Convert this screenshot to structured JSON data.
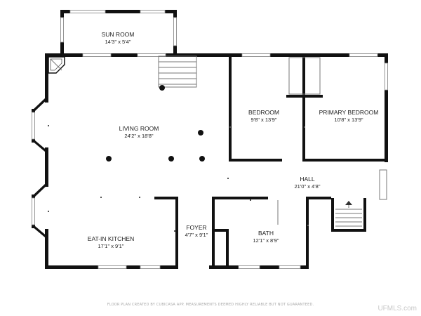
{
  "rooms": {
    "sun_room": {
      "name": "SUN ROOM",
      "dims": "14'3\" x 5'4\""
    },
    "living_room": {
      "name": "LIVING ROOM",
      "dims": "24'2\" x 18'8\""
    },
    "bedroom": {
      "name": "BEDROOM",
      "dims": "9'8\" x 13'9\""
    },
    "primary_bedroom": {
      "name": "PRIMARY BEDROOM",
      "dims": "10'8\" x 13'9\""
    },
    "hall": {
      "name": "HALL",
      "dims": "21'0\" x 4'8\""
    },
    "eat_in_kitchen": {
      "name": "EAT-IN KITCHEN",
      "dims": "17'1\" x 9'1\""
    },
    "foyer": {
      "name": "FOYER",
      "dims": "4'7\" x 9'1\""
    },
    "bath": {
      "name": "BATH",
      "dims": "12'1\" x 8'9\""
    }
  },
  "footer_note": "FLOOR PLAN CREATED BY CUBICASA APP. MEASUREMENTS DEEMED HIGHLY RELIABLE BUT NOT GUARANTEED.",
  "watermark": "UFMLS.com",
  "colors": {
    "wall": "#111111",
    "window": "#ffffff",
    "background": "#ffffff"
  }
}
